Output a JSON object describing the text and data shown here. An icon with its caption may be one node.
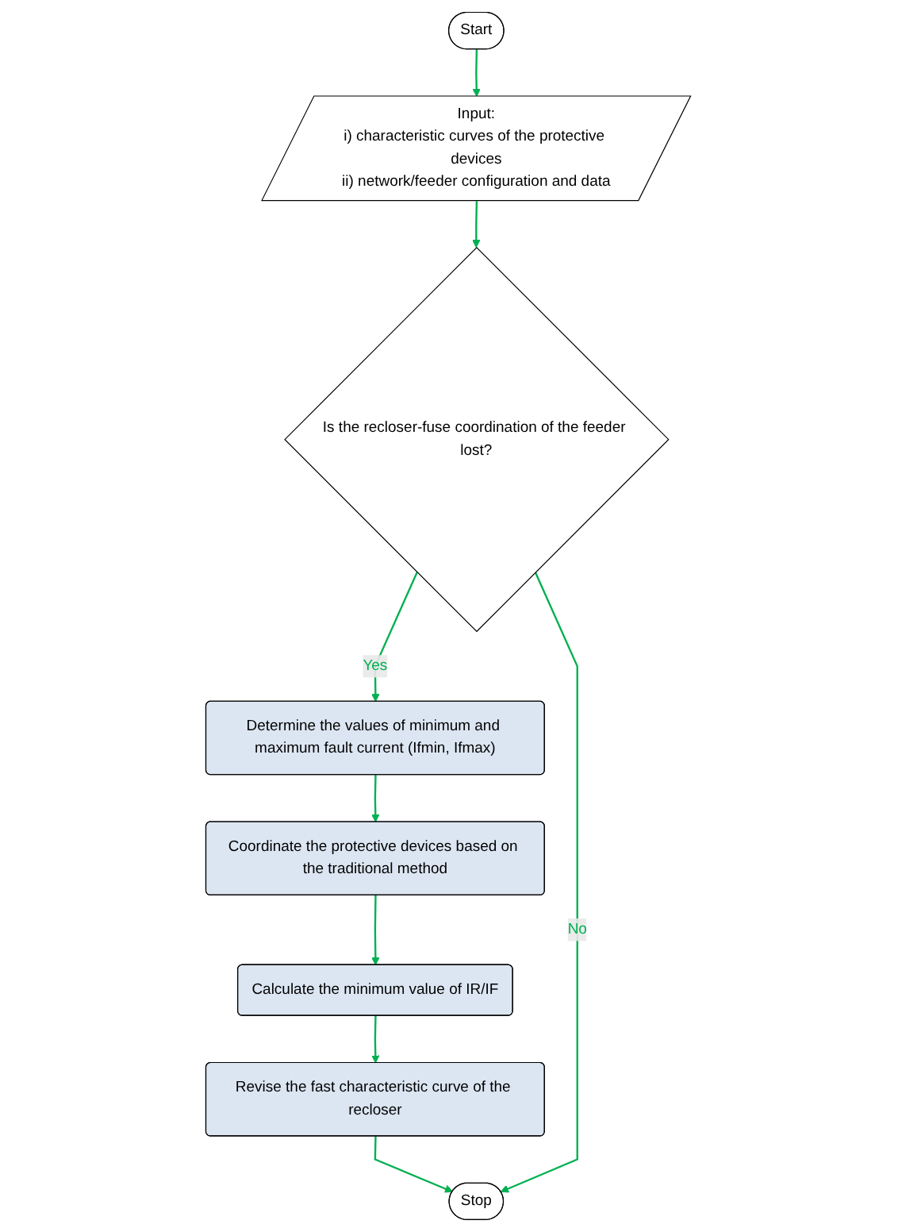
{
  "diagram": {
    "nodes": [
      {
        "text": [
          "Start"
        ]
      },
      {
        "text": [
          "Input:",
          "i) characteristic curves of the protective devices",
          "ii) network/feeder configuration and data"
        ]
      },
      {
        "text": [
          "Is the recloser-fuse coordination of the feeder lost?"
        ]
      },
      {
        "text": [
          "Determine the values of minimum and maximum fault current (Ifmin, Ifmax)"
        ]
      },
      {
        "text": [
          "Coordinate the protective devices based on the traditional method"
        ]
      },
      {
        "text": [
          "Calculate the minimum value of IR/IF"
        ]
      },
      {
        "text": [
          "Revise the fast characteristic curve of the recloser"
        ]
      },
      {
        "text": [
          "Stop"
        ]
      }
    ],
    "edges": [
      {
        "from": 0,
        "to": 1,
        "arrow": "to"
      },
      {
        "from": 1,
        "to": 2,
        "arrow": "to"
      },
      {
        "from": 2,
        "to": 3,
        "arrow": "to",
        "label": "Yes"
      },
      {
        "from": 3,
        "to": 4,
        "arrow": "to"
      },
      {
        "from": 4,
        "to": 5,
        "arrow": "to"
      },
      {
        "from": 5,
        "to": 6,
        "arrow": "to"
      },
      {
        "from": 6,
        "to": 7,
        "arrow": "to"
      },
      {
        "from": 2,
        "to": 7,
        "arrow": "to",
        "label": "No"
      }
    ]
  }
}
